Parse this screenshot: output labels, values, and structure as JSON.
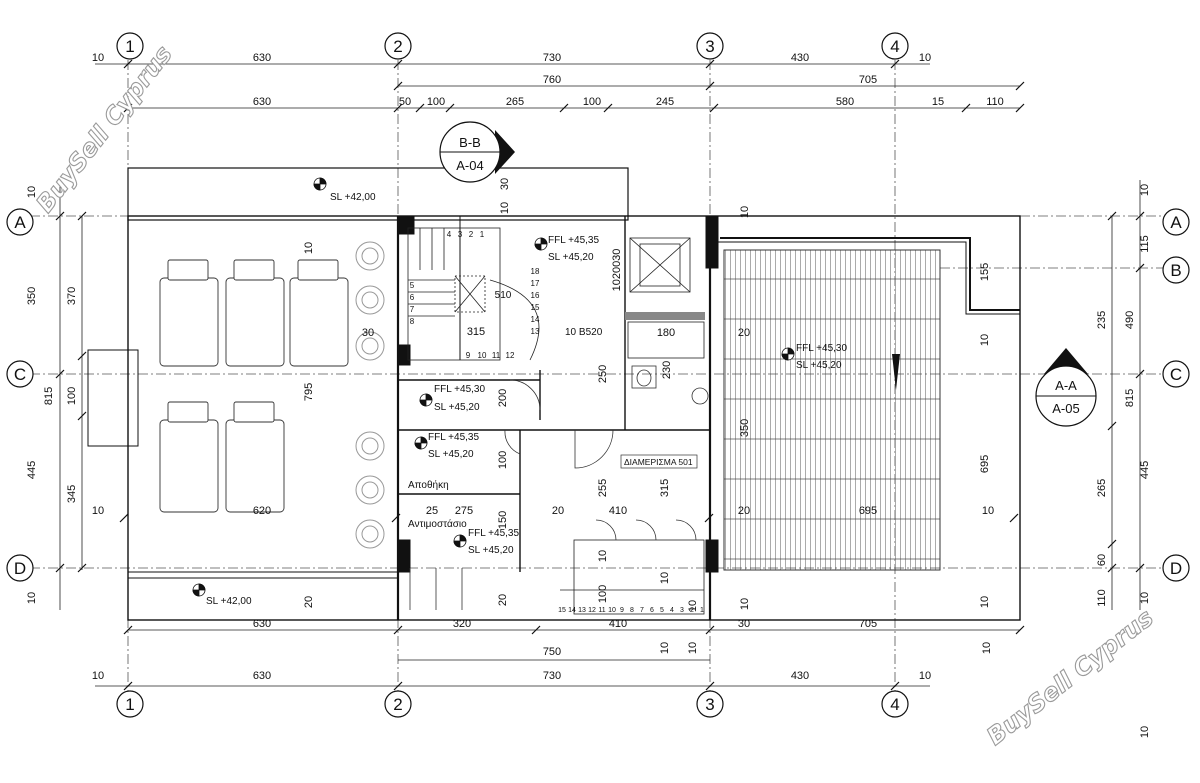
{
  "grid": {
    "cols": [
      "1",
      "2",
      "3",
      "4"
    ],
    "rows": [
      "A",
      "B",
      "C",
      "D"
    ]
  },
  "dims": {
    "top1": [
      "10",
      "630",
      "730",
      "430",
      "10"
    ],
    "top2": [
      "760",
      "705"
    ],
    "top3": [
      "630",
      "50",
      "100",
      "265",
      "100",
      "245",
      "580",
      "15",
      "110"
    ],
    "bot1": [
      "630",
      "320",
      "410",
      "30",
      "705"
    ],
    "bot2": [
      "750"
    ],
    "bot3": [
      "10",
      "630",
      "730",
      "430",
      "10"
    ],
    "left_outer": [
      "10",
      "350",
      "815",
      "445",
      "10"
    ],
    "left_inner": [
      "370",
      "100",
      "345"
    ],
    "right_outer": [
      "10",
      "115",
      "490",
      "815",
      "445",
      "10"
    ],
    "right_inner": [
      "235",
      "265",
      "60",
      "110"
    ],
    "bottom_extra": [
      "10",
      "10"
    ],
    "interior": [
      "10",
      "795",
      "30",
      "10",
      "620",
      "10",
      "30",
      "1020030",
      "10",
      "180",
      "20",
      "155",
      "10",
      "250",
      "230",
      "200",
      "350",
      "695",
      "100",
      "255",
      "315",
      "20",
      "410",
      "20",
      "695",
      "10",
      "25",
      "275",
      "150",
      "10",
      "20",
      "100",
      "10",
      "10",
      "20",
      "10",
      "10",
      "10",
      "10"
    ]
  },
  "sections": [
    {
      "name": "B-B",
      "sheet": "A-04"
    },
    {
      "name": "A-A",
      "sheet": "A-05"
    }
  ],
  "levels": {
    "sl_top": "SL  +42,00",
    "sl_bottom": "SL  +42,00",
    "stair": [
      "FFL +45,35",
      "SL  +45,20"
    ],
    "right_room": [
      "FFL +45,30",
      "SL  +45,20"
    ],
    "room1": [
      "FFL +45,30",
      "SL  +45,20"
    ],
    "room2": [
      "FFL +45,35",
      "SL  +45,20"
    ],
    "room3": [
      "FFL +45,35",
      "SL  +45,20"
    ]
  },
  "rooms": {
    "storage": "Αποθήκη",
    "anteroom": "Αντιμοστάσιο",
    "apartment": "ΔΙΑΜΕΡΙΣΜΑ 501",
    "small": "10 B520"
  },
  "stairs": {
    "upper_left": [
      "4",
      "3",
      "2",
      "1"
    ],
    "upper_left_side": [
      "5",
      "6",
      "7",
      "8"
    ],
    "upper_left_bottom": [
      "9",
      "10",
      "11",
      "12"
    ],
    "upper_right": [
      "18",
      "17",
      "16",
      "15",
      "14",
      "13"
    ],
    "upper_label": "315",
    "upper_label2": "510",
    "lower": [
      "15",
      "14",
      "13",
      "12",
      "11",
      "10",
      "9",
      "8",
      "7",
      "6",
      "5",
      "4",
      "3",
      "2",
      "1"
    ]
  },
  "watermark": "BuySell Cyprus"
}
